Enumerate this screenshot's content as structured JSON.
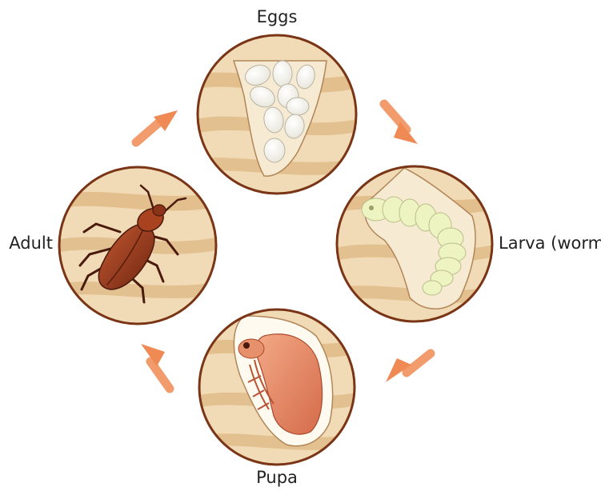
{
  "diagram": {
    "stages": [
      {
        "id": "eggs",
        "label": "Eggs"
      },
      {
        "id": "larva",
        "label": "Larva (worm)"
      },
      {
        "id": "pupa",
        "label": "Pupa"
      },
      {
        "id": "adult",
        "label": "Adult"
      }
    ],
    "arrows": [
      {
        "from": "eggs",
        "to": "larva"
      },
      {
        "from": "larva",
        "to": "pupa"
      },
      {
        "from": "pupa",
        "to": "adult"
      },
      {
        "from": "adult",
        "to": "eggs"
      }
    ],
    "colors": {
      "wood": "#f1dbb6",
      "wood_stripe": "#ddb57f",
      "circle_border": "#7a3516",
      "arrow": "#f08a54",
      "egg": "#ffffff",
      "larva": "#eef3c2",
      "pupa": "#e88c6a",
      "beetle": "#9b3b1f",
      "label": "#222222"
    }
  }
}
